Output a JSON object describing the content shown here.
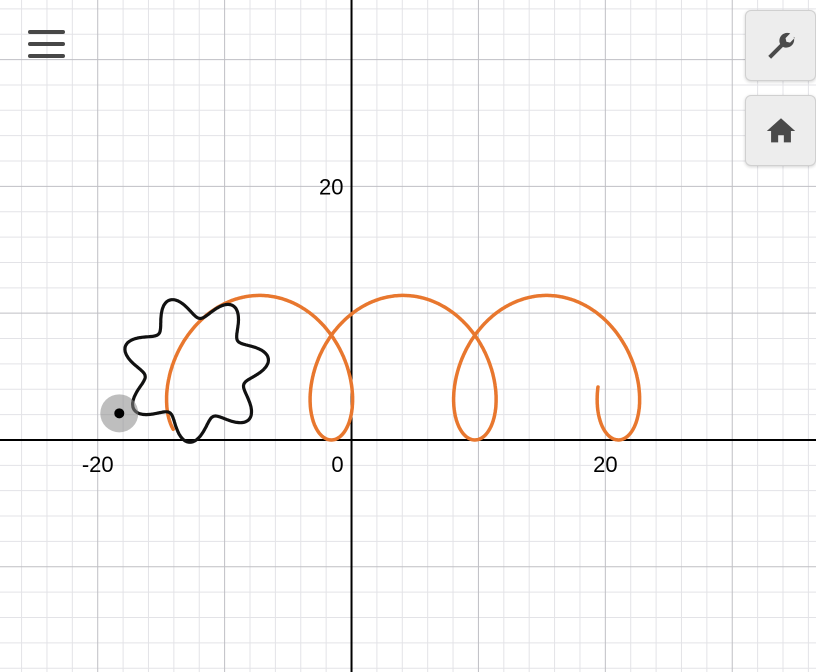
{
  "toolbar": {
    "menu_icon": "hamburger-icon",
    "settings_icon": "wrench-icon",
    "home_icon": "home-icon"
  },
  "axes": {
    "x_ticks": [
      {
        "value": -20,
        "label": "-20"
      },
      {
        "value": 0,
        "label": "0"
      },
      {
        "value": 20,
        "label": "20"
      }
    ],
    "y_ticks": [
      {
        "value": 20,
        "label": "20"
      }
    ],
    "grid": true,
    "x_range": [
      -27.7,
      36.6
    ],
    "y_range": [
      -18.3,
      34.7
    ]
  },
  "curves": {
    "trochoid_color": "#e8772e",
    "gear_color": "#111111",
    "handle_color": "#888888"
  }
}
